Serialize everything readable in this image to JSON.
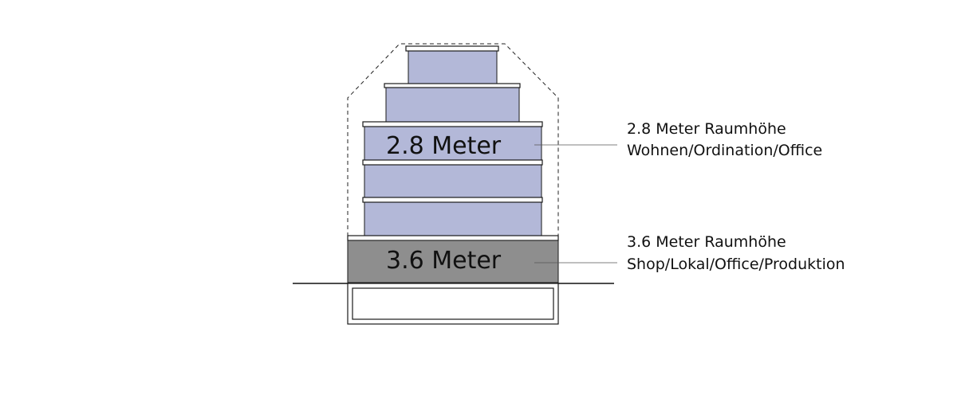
{
  "upper_floors": {
    "height_label": "2.8 Meter",
    "note_line1": "2.8 Meter Raumhöhe",
    "note_line2": "Wohnen/Ordination/Office",
    "color": "#b3b8d8"
  },
  "ground_floor": {
    "height_label": "3.6 Meter",
    "note_line1": "3.6 Meter Raumhöhe",
    "note_line2": "Shop/Lokal/Office/Produktion",
    "color": "#8e8e8e"
  }
}
